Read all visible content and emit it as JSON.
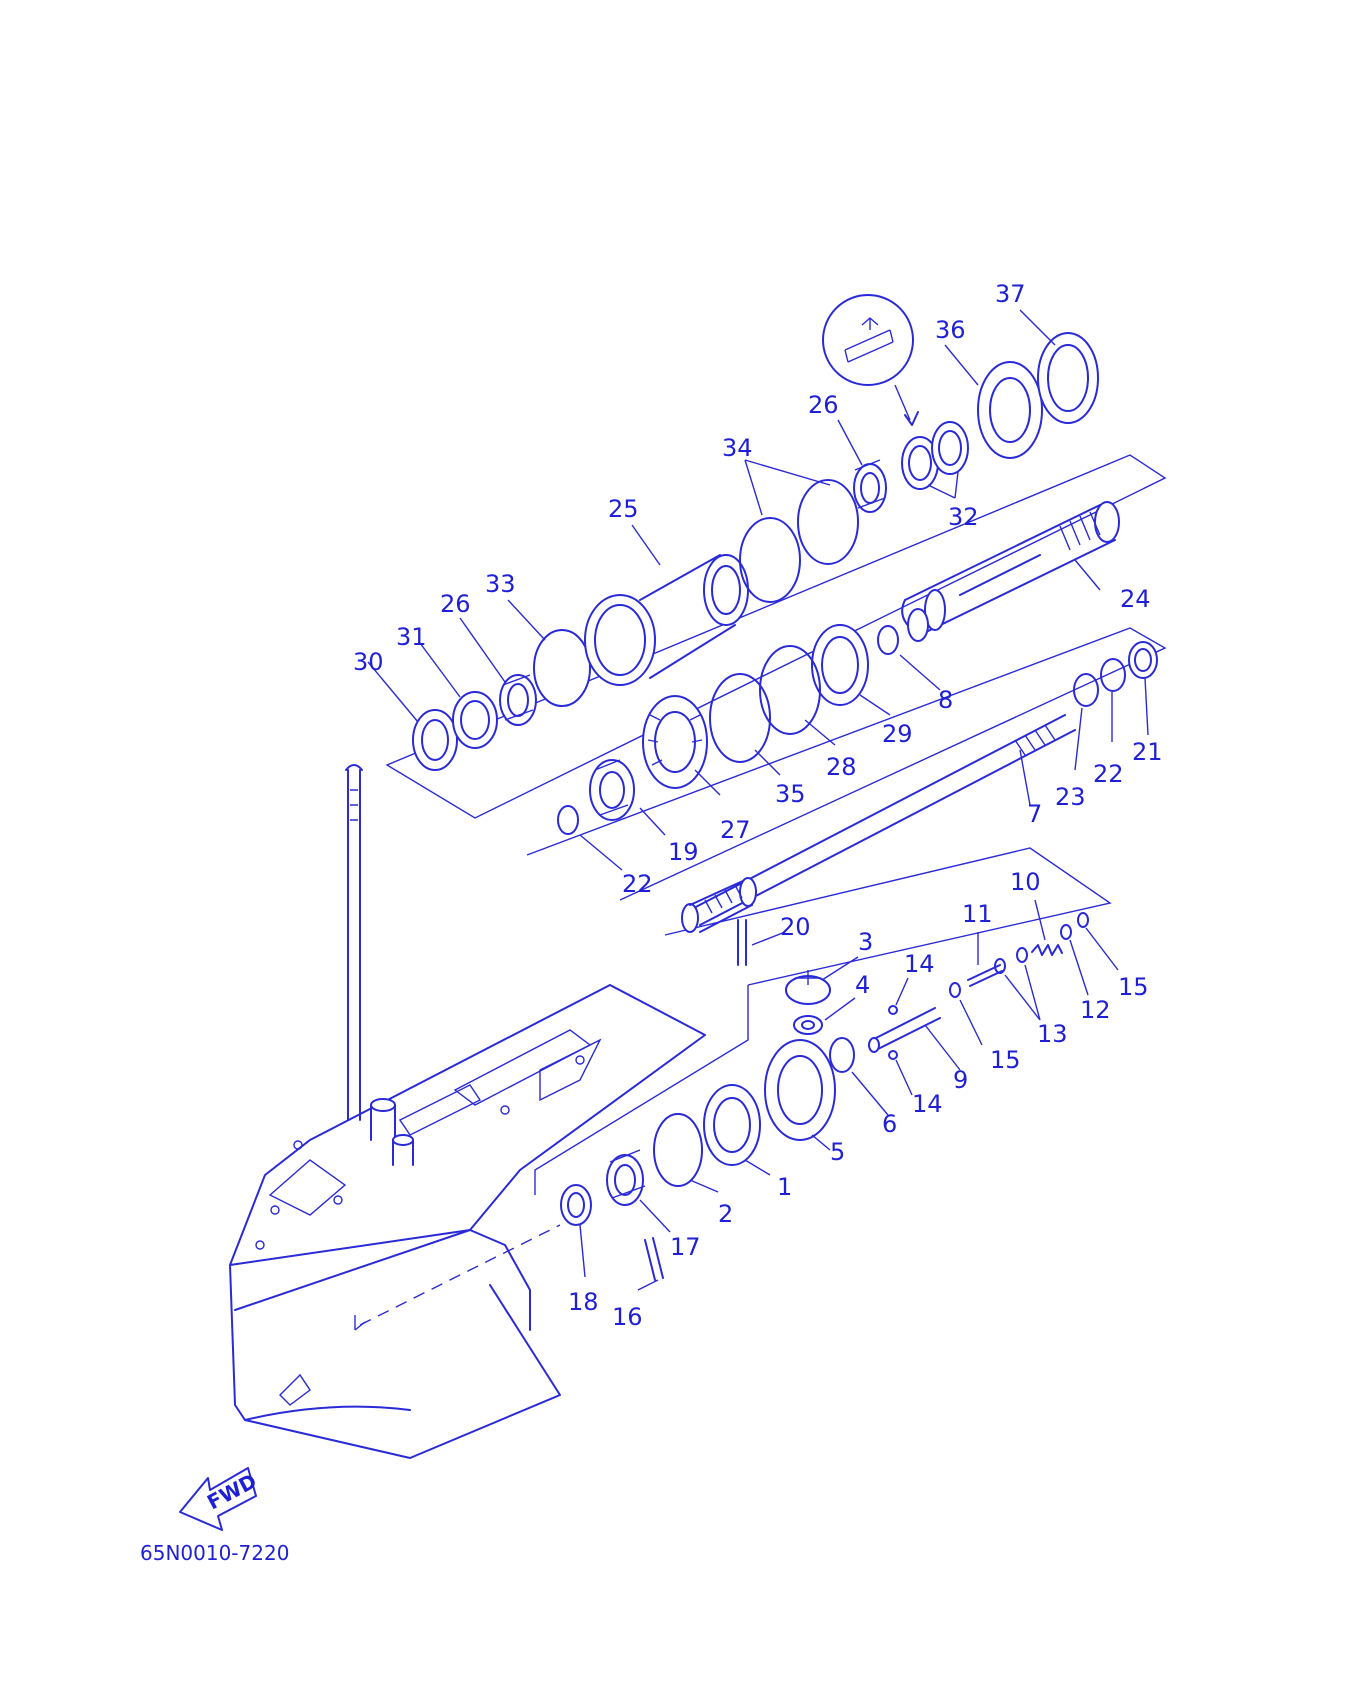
{
  "diagram": {
    "part_code": "65N0010-7220",
    "fwd_label": "FWD",
    "ink_color": "#2a2ad8",
    "callouts": {
      "c1": "1",
      "c2": "2",
      "c3": "3",
      "c4": "4",
      "c5": "5",
      "c6": "6",
      "c7": "7",
      "c8": "8",
      "c9": "9",
      "c10": "10",
      "c11": "11",
      "c12": "12",
      "c13": "13",
      "c14a": "14",
      "c14b": "14",
      "c15a": "15",
      "c15b": "15",
      "c16": "16",
      "c17": "17",
      "c18": "18",
      "c19": "19",
      "c20": "20",
      "c21": "21",
      "c22a": "22",
      "c22b": "22",
      "c23": "23",
      "c24": "24",
      "c25": "25",
      "c26a": "26",
      "c26b": "26",
      "c27": "27",
      "c28": "28",
      "c29": "29",
      "c30": "30",
      "c31": "31",
      "c32": "32",
      "c33": "33",
      "c34": "34",
      "c35": "35",
      "c36": "36",
      "c37": "37"
    }
  }
}
